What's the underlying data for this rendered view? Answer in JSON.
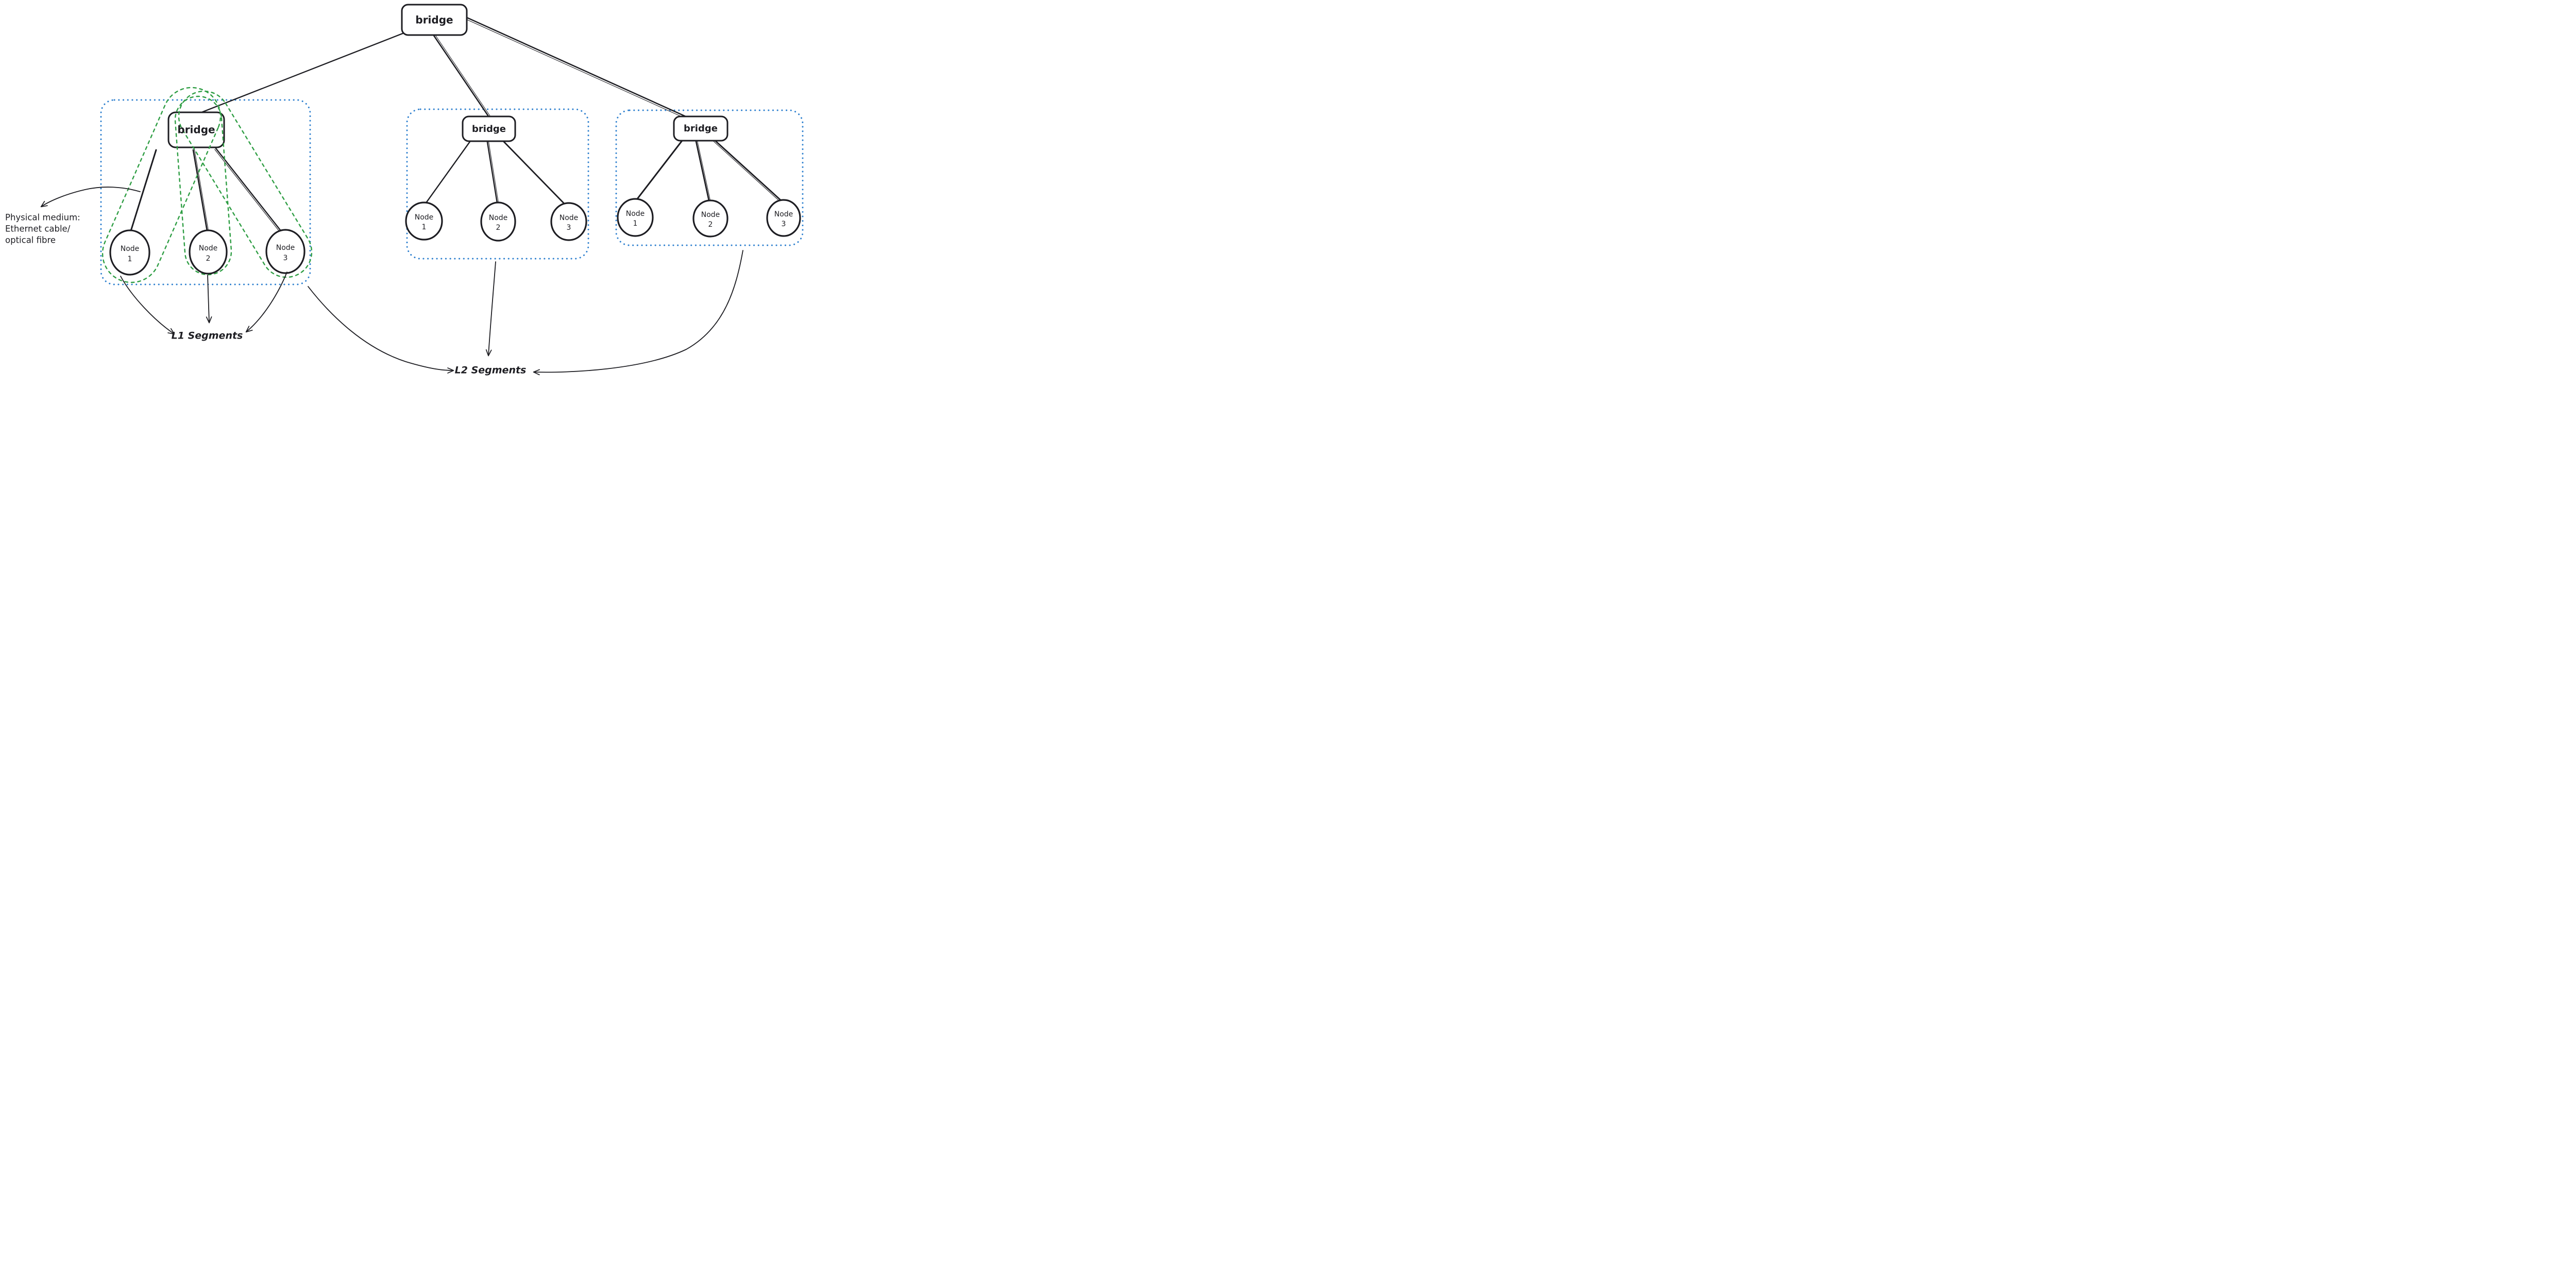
{
  "diagram": {
    "root_bridge_label": "bridge",
    "groups": [
      {
        "bridge_label": "bridge",
        "nodes": [
          {
            "name": "Node",
            "number": "1"
          },
          {
            "name": "Node",
            "number": "2"
          },
          {
            "name": "Node",
            "number": "3"
          }
        ]
      },
      {
        "bridge_label": "bridge",
        "nodes": [
          {
            "name": "Node",
            "number": "1"
          },
          {
            "name": "Node",
            "number": "2"
          },
          {
            "name": "Node",
            "number": "3"
          }
        ]
      },
      {
        "bridge_label": "bridge",
        "nodes": [
          {
            "name": "Node",
            "number": "1"
          },
          {
            "name": "Node",
            "number": "2"
          },
          {
            "name": "Node",
            "number": "3"
          }
        ]
      }
    ],
    "labels": {
      "physical_medium_line1": "Physical medium:",
      "physical_medium_line2": "Ethernet cable/",
      "physical_medium_line3": "optical fibre",
      "l1": "L1 Segments",
      "l2": "L2 Segments"
    },
    "colors": {
      "group_outline": "#2e80cf",
      "l1_segment_outline": "#2f9e44",
      "ink": "#1d1d22",
      "background": "#ffffff"
    }
  }
}
